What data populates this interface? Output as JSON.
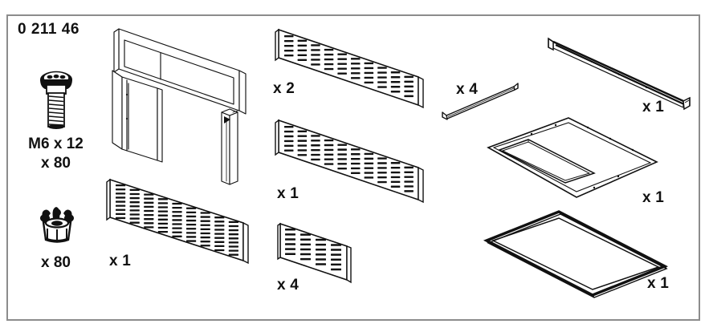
{
  "document": {
    "type": "assembly-parts-diagram",
    "part_number": "0 211 46",
    "background_color": "#ffffff",
    "border_color": "#8c8c8c",
    "line_color": "#111111"
  },
  "hardware": [
    {
      "id": "bolt",
      "icon": "hex-flange-bolt-icon",
      "spec": "M6 x 12",
      "quantity_label": "x 80"
    },
    {
      "id": "cage-nut",
      "icon": "cage-nut-icon",
      "spec": "",
      "quantity_label": "x 80"
    }
  ],
  "parts": [
    {
      "id": "corner-bracket-assembly",
      "name": "corner-bracket-assembly",
      "quantity_label": "",
      "shape": "folded-sheet-bracket"
    },
    {
      "id": "perforated-panel-wide-top",
      "name": "perforated-panel-wide",
      "quantity_label": "x 2",
      "shape": "slotted-panel",
      "slot_columns": 10,
      "slot_rows": 5
    },
    {
      "id": "perforated-panel-wide-mid",
      "name": "perforated-panel-wide",
      "quantity_label": "x 1",
      "shape": "slotted-panel",
      "slot_columns": 10,
      "slot_rows": 6
    },
    {
      "id": "perforated-panel-small",
      "name": "perforated-panel-small",
      "quantity_label": "x 4",
      "shape": "slotted-panel",
      "slot_columns": 4,
      "slot_rows": 6
    },
    {
      "id": "perforated-panel-tall",
      "name": "perforated-panel-tall",
      "quantity_label": "x 1",
      "shape": "slotted-panel",
      "slot_columns": 9,
      "slot_rows": 9
    },
    {
      "id": "short-rail",
      "name": "short-mounting-rail",
      "quantity_label": "x 4",
      "shape": "channel-rail"
    },
    {
      "id": "long-rail",
      "name": "long-mounting-rail",
      "quantity_label": "x 1",
      "shape": "channel-rail"
    },
    {
      "id": "top-cover-plate",
      "name": "top-cover-plate",
      "quantity_label": "x 1",
      "shape": "flat-plate-with-slot"
    },
    {
      "id": "base-frame",
      "name": "base-frame",
      "quantity_label": "x 1",
      "shape": "open-rectangular-frame"
    }
  ],
  "labels": {
    "bolt_spec": "M6 x 12",
    "bolt_qty": "x 80",
    "nut_qty": "x 80",
    "panel_wide_top_qty": "x 2",
    "panel_wide_mid_qty": "x 1",
    "panel_small_qty": "x 4",
    "panel_tall_qty": "x 1",
    "short_rail_qty": "x 4",
    "long_rail_qty": "x 1",
    "cover_plate_qty": "x 1",
    "base_frame_qty": "x 1"
  }
}
